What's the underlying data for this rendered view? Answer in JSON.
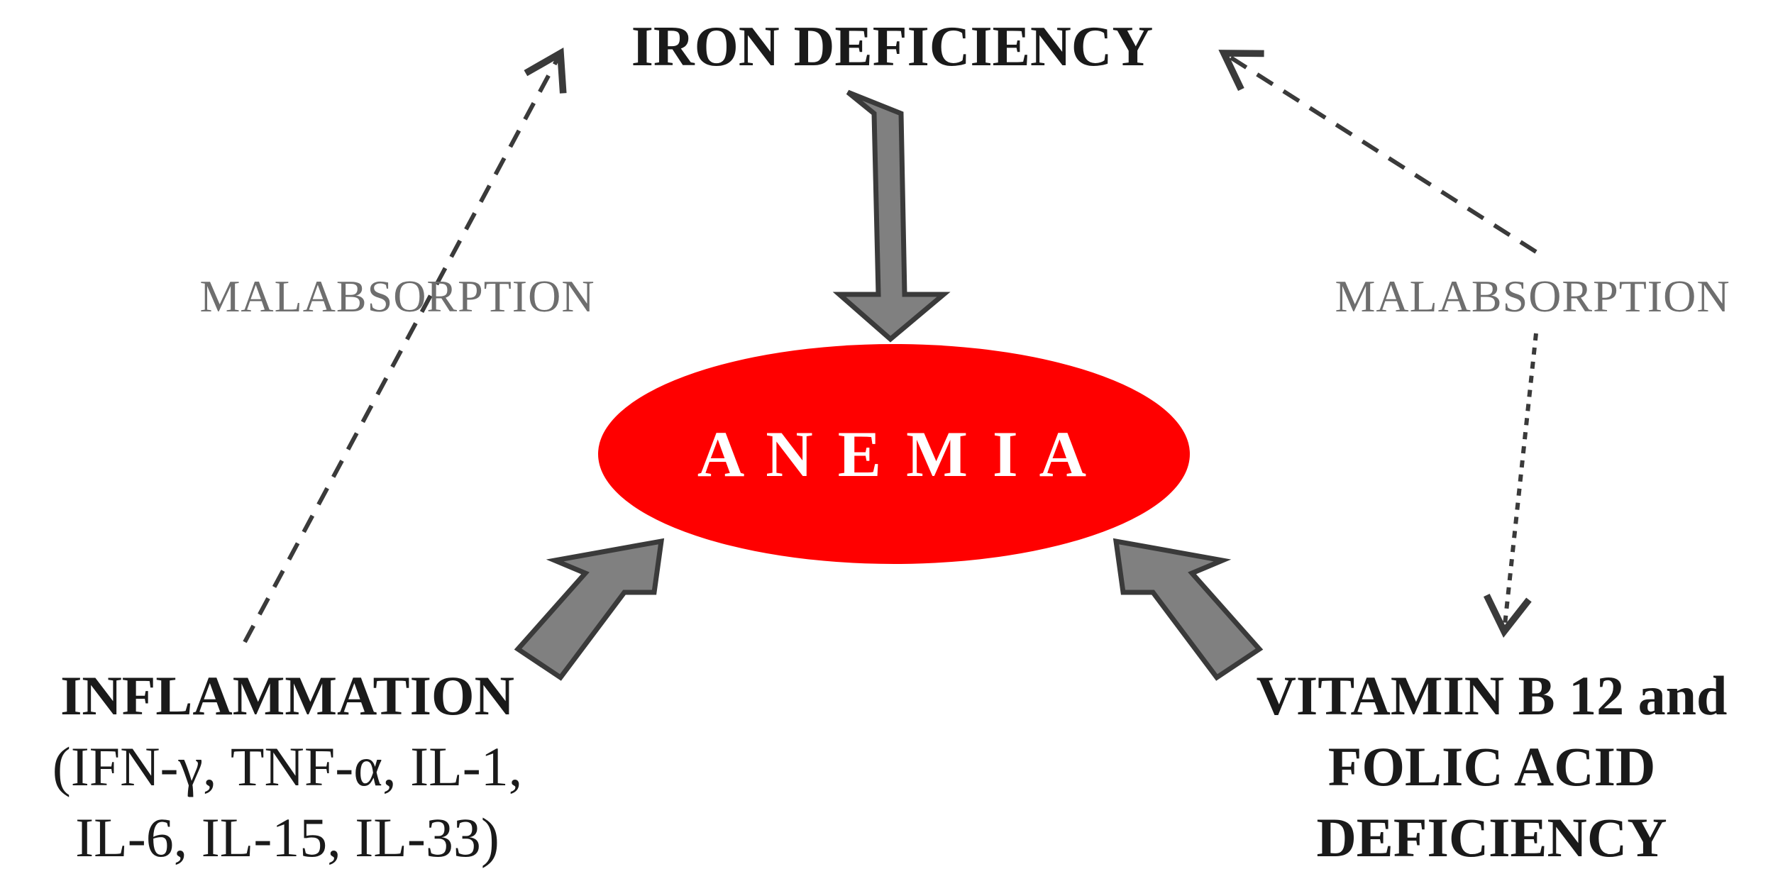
{
  "nodes": {
    "iron": {
      "label": "IRON DEFICIENCY"
    },
    "anemia": {
      "label": "A N E M I A"
    },
    "inflammation": {
      "title": "INFLAMMATION",
      "line1": "(IFN-γ, TNF-α, IL-1,",
      "line2": "IL-6, IL-15, IL-33)"
    },
    "vitamin": {
      "line1": "VITAMIN B 12 and",
      "line2": "FOLIC ACID",
      "line3": "DEFICIENCY"
    }
  },
  "edges": {
    "malabsorption_left": "MALABSORPTION",
    "malabsorption_right": "MALABSORPTION"
  },
  "colors": {
    "anemia_fill": "#ff0000",
    "anemia_text": "#ffffff",
    "block_arrow_fill": "#808080",
    "block_arrow_stroke": "#3a3a3a",
    "dashed_arrow": "#3a3a3a",
    "label_text": "#1a1a1a",
    "malabsorption_text": "#6e6e6e"
  }
}
